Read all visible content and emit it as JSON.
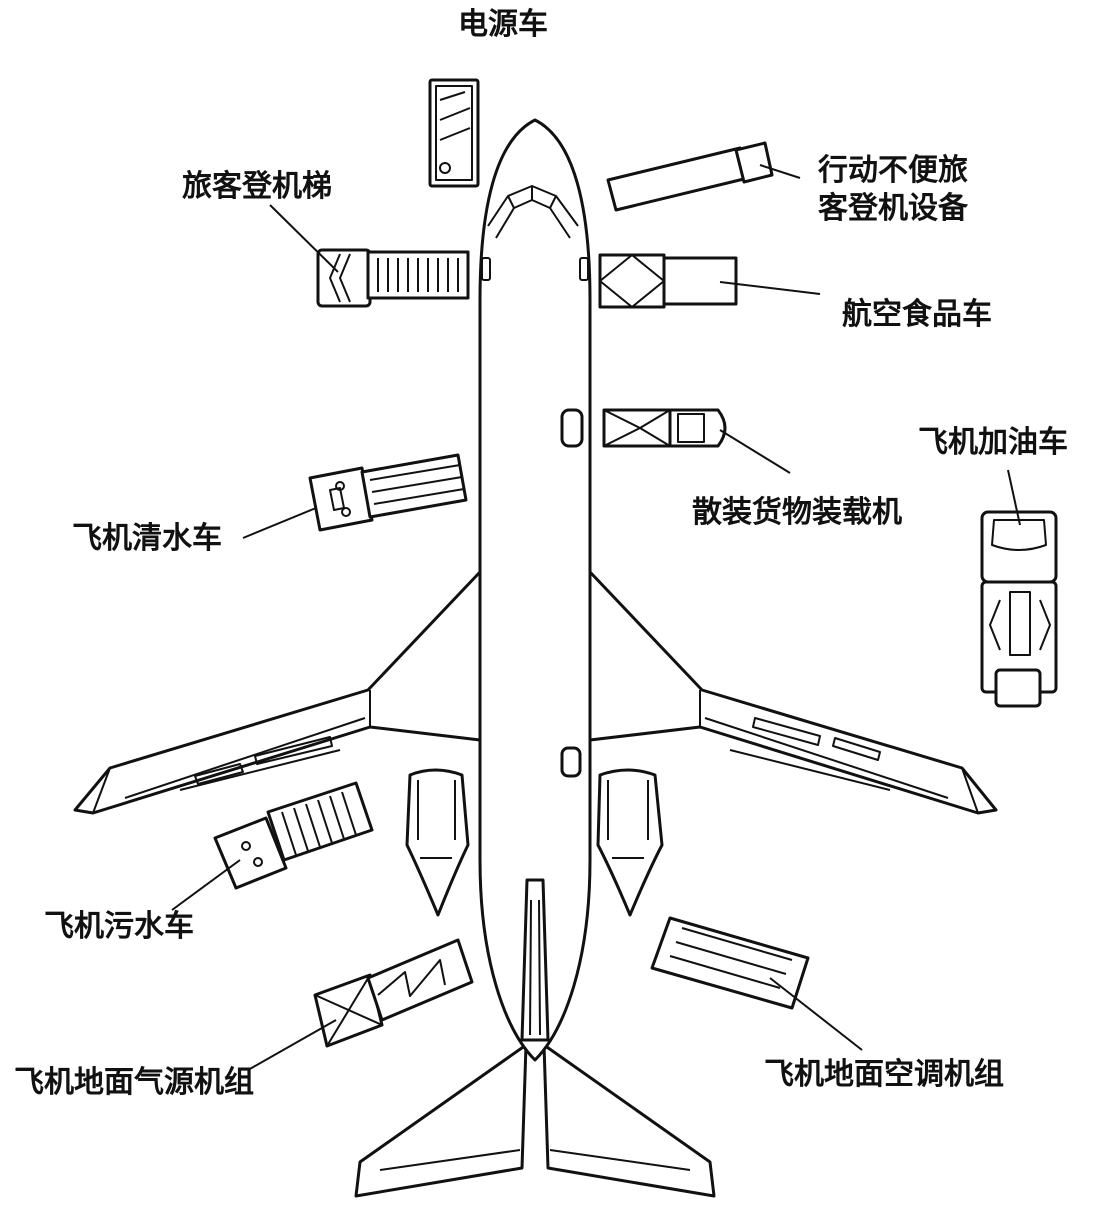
{
  "labels": {
    "power_cart": "电源车",
    "reduced_mobility_lift_line1": "行动不便旅",
    "reduced_mobility_lift_line2": "客登机设备",
    "passenger_stairs": "旅客登机梯",
    "catering_truck": "航空食品车",
    "bulk_cargo_loader": "散装货物装载机",
    "fuel_truck": "飞机加油车",
    "potable_water_truck": "飞机清水车",
    "lavatory_truck": "飞机污水车",
    "ground_air_source_unit": "飞机地面气源机组",
    "ground_air_conditioning_unit": "飞机地面空调机组"
  }
}
